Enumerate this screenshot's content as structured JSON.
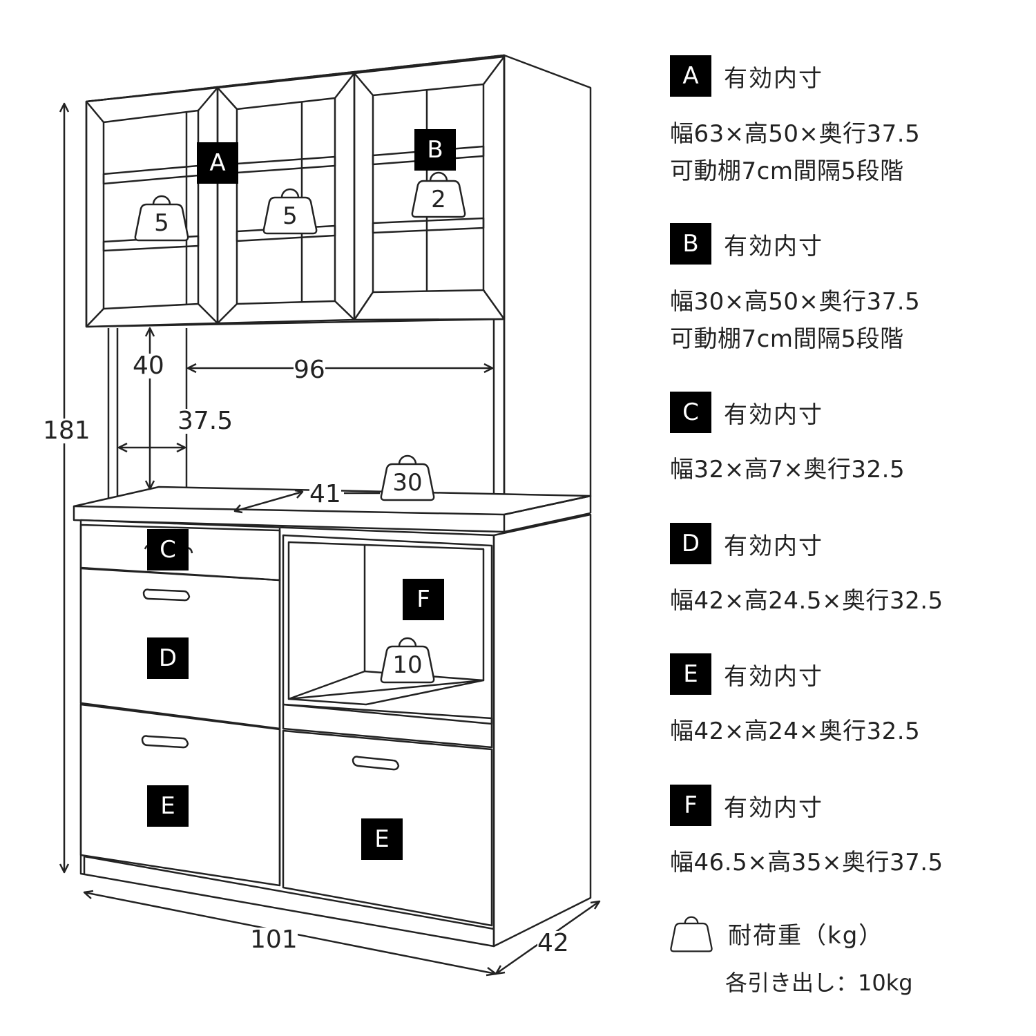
{
  "dimensions": {
    "height_total": "181",
    "width_total": "101",
    "depth_total": "42",
    "counter_inner_height": "40",
    "counter_inner_width": "96",
    "counter_depth_upper": "37.5",
    "counter_depth": "41"
  },
  "compartment_badges": {
    "a": "A",
    "b": "B",
    "c": "C",
    "d": "D",
    "e_left": "E",
    "e_right": "E",
    "f": "F"
  },
  "load_marks": {
    "upper_left": "5",
    "upper_mid": "5",
    "upper_right": "2",
    "counter": "30",
    "open_shelf": "10"
  },
  "legend": {
    "specs": [
      {
        "badge": "A",
        "title": "有効内寸",
        "lines": [
          "幅63×高50×奥行37.5",
          "可動棚7cm間隔5段階"
        ]
      },
      {
        "badge": "B",
        "title": "有効内寸",
        "lines": [
          "幅30×高50×奥行37.5",
          "可動棚7cm間隔5段階"
        ]
      },
      {
        "badge": "C",
        "title": "有効内寸",
        "lines": [
          "幅32×高7×奥行32.5"
        ]
      },
      {
        "badge": "D",
        "title": "有効内寸",
        "lines": [
          "幅42×高24.5×奥行32.5"
        ]
      },
      {
        "badge": "E",
        "title": "有効内寸",
        "lines": [
          "幅42×高24×奥行32.5"
        ]
      },
      {
        "badge": "F",
        "title": "有効内寸",
        "lines": [
          "幅46.5×高35×奥行37.5"
        ]
      }
    ],
    "load": {
      "title": "耐荷重（kg）",
      "note": "各引き出し：10kg",
      "icon": "weight-icon"
    }
  },
  "colors": {
    "line": "#222222",
    "badge_bg": "#000000",
    "badge_fg": "#ffffff"
  }
}
